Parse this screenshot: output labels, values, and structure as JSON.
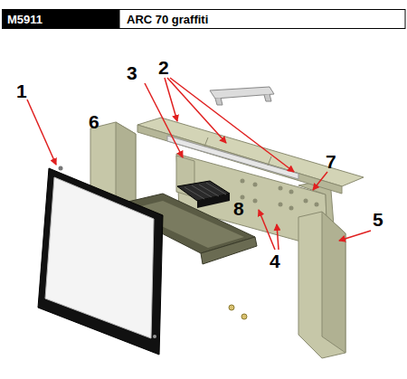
{
  "diagram": {
    "labels": [
      "M5911",
      "ARC 70 graffiti",
      "1",
      "6",
      "3",
      "2",
      "7",
      "5",
      "8",
      "4"
    ]
  }
}
